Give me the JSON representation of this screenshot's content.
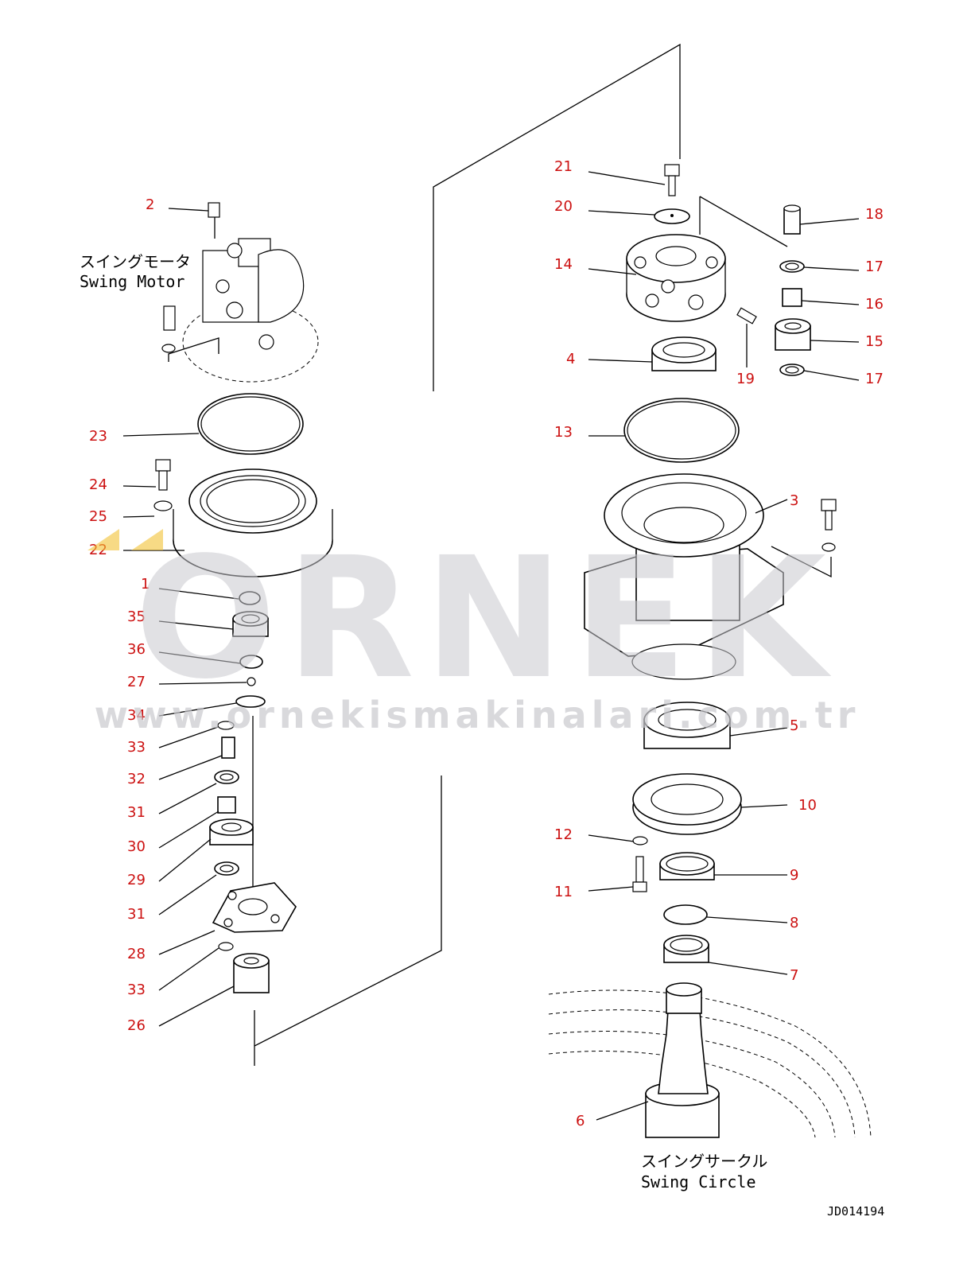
{
  "diagram": {
    "drawing_id": "JD014194",
    "labels": {
      "swing_motor_jp": "スイングモータ",
      "swing_motor_en": "Swing Motor",
      "swing_circle_jp": "スイングサークル",
      "swing_circle_en": "Swing Circle"
    },
    "watermark": {
      "brand": "ORNEK",
      "url": "www.ornekismakinalari.com.tr"
    },
    "callouts": {
      "c1": "1",
      "c2": "2",
      "c3": "3",
      "c4": "4",
      "c5": "5",
      "c6": "6",
      "c7": "7",
      "c8": "8",
      "c9": "9",
      "c10": "10",
      "c11": "11",
      "c12": "12",
      "c13": "13",
      "c14": "14",
      "c15": "15",
      "c16": "16",
      "c17a": "17",
      "c17b": "17",
      "c18": "18",
      "c19": "19",
      "c20": "20",
      "c21": "21",
      "c22": "22",
      "c23": "23",
      "c24": "24",
      "c25": "25",
      "c26": "26",
      "c27": "27",
      "c28": "28",
      "c29": "29",
      "c30": "30",
      "c31a": "31",
      "c31b": "31",
      "c32": "32",
      "c33a": "33",
      "c33b": "33",
      "c34": "34",
      "c35": "35",
      "c36": "36"
    }
  }
}
